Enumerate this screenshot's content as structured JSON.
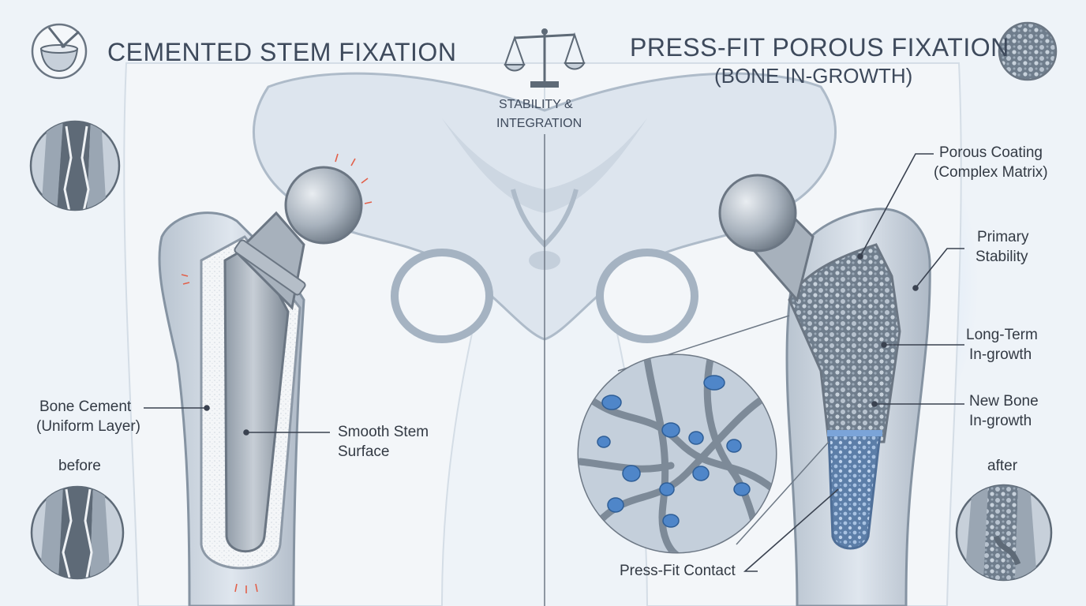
{
  "left": {
    "title": "CEMENTED STEM FIXATION",
    "labels": {
      "bone_cement": "Bone Cement",
      "bone_cement_sub": "(Uniform Layer)",
      "smooth_stem": "Smooth Stem",
      "smooth_stem_sub": "Surface",
      "before": "before"
    },
    "icon": "cement-mixing-bowl-icon",
    "accent": "#f08a74"
  },
  "center": {
    "icon": "balance-scale-icon",
    "label_line1": "STABILITY &",
    "label_line2": "INTEGRATION"
  },
  "right": {
    "title": "PRESS-FIT POROUS FIXATION",
    "subtitle": "(BONE IN-GROWTH)",
    "labels": {
      "porous_coating": "Porous Coating",
      "porous_coating_sub": "(Complex Matrix)",
      "primary_stability": "Primary",
      "primary_stability_sub": "Stability",
      "long_term": "Long-Term",
      "long_term_sub": "In-growth",
      "new_bone": "New Bone",
      "new_bone_sub": "In-growth",
      "press_fit": "Press-Fit Contact",
      "after": "after"
    },
    "icon": "porous-texture-icon",
    "accent": "#7fb0ea"
  }
}
